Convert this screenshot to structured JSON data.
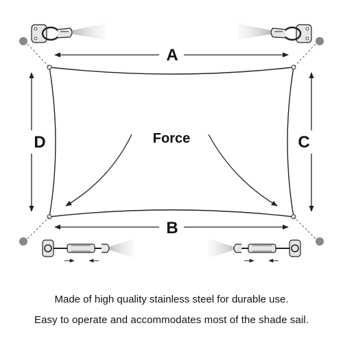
{
  "diagram": {
    "dimension_labels": {
      "top": "A",
      "bottom": "B",
      "right": "C",
      "left": "D"
    },
    "center_label": "Force"
  },
  "captions": [
    "Made of high quality stainless steel for durable use.",
    "Easy to operate and accommodates most of the shade sail."
  ],
  "colors": {
    "line": "#222222",
    "anchor_dot": "#888888",
    "glow": "#c4c4c4",
    "metal": "#e6e6e6"
  },
  "icons": {
    "top_left": "pad-eye-snap-hook-icon",
    "top_right": "pad-eye-snap-hook-icon",
    "bottom_left": "turnbuckle-pad-eye-icon",
    "bottom_right": "turnbuckle-pad-eye-icon"
  }
}
